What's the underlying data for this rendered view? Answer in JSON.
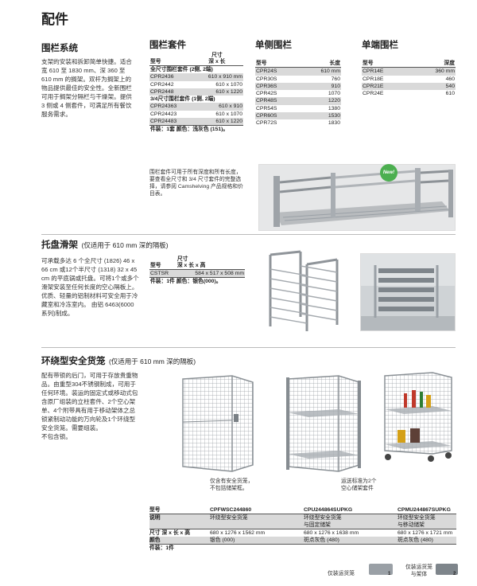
{
  "page_title": "配件",
  "rail": {
    "heading": "围栏系统",
    "desc": "支架的安装和拆卸简单快捷。适合宽 610 至 1830 mm、深 360 至 610 mm 的搁架。双杆为搁架上的物品提供最佳的安全性。全新围栏可用于搁架分隔栏与干燥架。提供 3 侧或 4 侧套件，可满足所有餐饮服务需求。",
    "kits": {
      "heading": "围栏套件",
      "col_model": "型号",
      "col_size": "尺寸\n深 x 长",
      "full_label": "全尺寸围栏套件 (2侧, 2端)",
      "full_rows": [
        {
          "model": "CPR2436",
          "size": "610 x 910 mm"
        },
        {
          "model": "CPR2442",
          "size": "610 x 1070"
        },
        {
          "model": "CPR2448",
          "size": "610 x 1220"
        }
      ],
      "three_label": "3/4尺寸围栏套件 (1侧, 2端)",
      "three_rows": [
        {
          "model": "CPR24363",
          "size": "610 x 910"
        },
        {
          "model": "CPR24423",
          "size": "610 x 1070"
        },
        {
          "model": "CPR24483",
          "size": "610 x 1220"
        }
      ],
      "footer": "件装：1套    颜色：浅灰色 (151)。",
      "note": "围栏套件可用于所有深度和所有长度，要查看全尺寸和 3/4 尺寸套件的完整选择，请参阅 Camshelving 产品规格和价目表。"
    },
    "single_side": {
      "heading": "单侧围栏",
      "col_model": "型号",
      "col_len": "长度",
      "rows": [
        {
          "model": "CPR24S",
          "v": "610 mm"
        },
        {
          "model": "CPR30S",
          "v": "760"
        },
        {
          "model": "CPR36S",
          "v": "910"
        },
        {
          "model": "CPR42S",
          "v": "1070"
        },
        {
          "model": "CPR48S",
          "v": "1220"
        },
        {
          "model": "CPR54S",
          "v": "1380"
        },
        {
          "model": "CPR60S",
          "v": "1530"
        },
        {
          "model": "CPR72S",
          "v": "1830"
        }
      ]
    },
    "single_end": {
      "heading": "单端围栏",
      "col_model": "型号",
      "col_depth": "深度",
      "rows": [
        {
          "model": "CPR14E",
          "v": "360 mm"
        },
        {
          "model": "CPR18E",
          "v": "460"
        },
        {
          "model": "CPR21E",
          "v": "540"
        },
        {
          "model": "CPR24E",
          "v": "610"
        }
      ]
    },
    "badge": "New!"
  },
  "tray": {
    "heading": "托盘滑架",
    "heading_sub": "(仅适用于 610 mm 深的隔板)",
    "desc": "可承载多达 6 个全尺寸 (1826) 46 x 66 cm 或12个半尺寸 (1318) 32 x 45 cm 的平底锅或托盘。可将1个或多个滑架安装至任何长度的空心隔板上。优质、轻量的铝制材料可安全用于冷藏室和冷冻室内。 由铝 6463(6000 系列)制成。",
    "col_model": "型号",
    "col_size": "尺寸\n深 x 长 x 高",
    "model": "CSTSR",
    "size": "584 x 517 x 508 mm",
    "footer": "件装：1件    颜色：银色(000)。"
  },
  "cage": {
    "heading": "环绕型安全货笼",
    "heading_sub": "(仅适用于 610 mm 深的隔板)",
    "desc": "配有带锁的后门，可用于存放贵重物品。由重型304不锈钢制成，可用于任何环境。装运的固定式或移动式包含原厂组装的立柱套件、2个空心架单、4个附带具有用于移动架体之总锁紧制动功能的万向轮及1个环绕型安全货笼。需要组装。\n不包含锁。",
    "caption1": "仅含有安全货笼，\n不包括储架框。",
    "caption2": "运送标准为2个\n空心储架套件",
    "table": {
      "row_labels": [
        "型号",
        "说明",
        "尺寸 深 x 长 x 高",
        "颜色"
      ],
      "cols": [
        {
          "model": "CPFWSC244860",
          "desc": "环绕型安全货笼",
          "size": "680 x 1276 x 1562 mm",
          "color": "银色 (000)"
        },
        {
          "model": "CPU244864SUPKG",
          "desc": "环绕型安全货笼\n与固定储架",
          "size": "680 x 1276 x 1638 mm",
          "color": "斑点灰色 (480)"
        },
        {
          "model": "CPMU244867SUPKG",
          "desc": "环绕型安全货笼\n与移动储架",
          "size": "680 x 1276 x 1721 mm",
          "color": "斑点灰色 (480)"
        }
      ],
      "footer": "件装：1件"
    },
    "legend1": "仅装运货笼",
    "legend2": "仅装运货笼\n与架体",
    "legend_num1": "1",
    "legend_num2": "2"
  }
}
